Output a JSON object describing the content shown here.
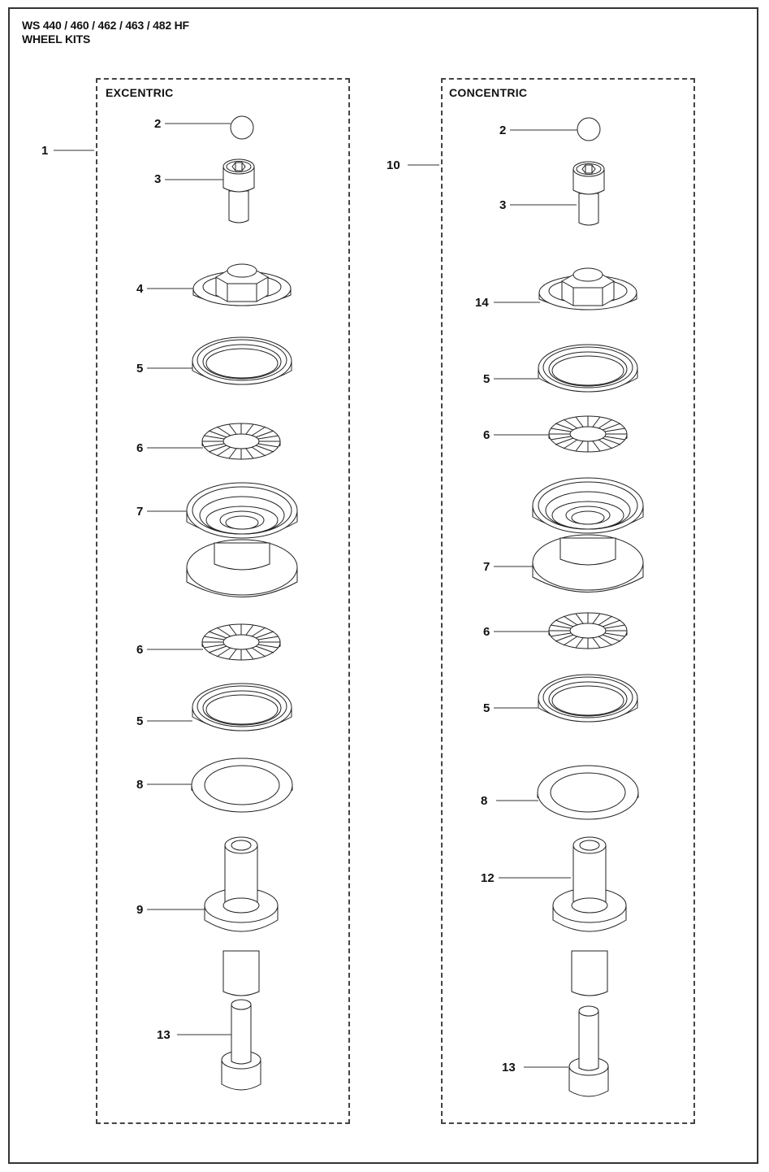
{
  "header": {
    "title_line1": "WS 440 / 460 / 462 / 463 / 482 HF",
    "title_line2": "WHEEL KITS"
  },
  "kits": [
    {
      "id": "excentric",
      "label": "EXCENTRIC",
      "kit_callout": "1",
      "parts": [
        {
          "callout": "2",
          "name": "ball"
        },
        {
          "callout": "3",
          "name": "socket-head-screw"
        },
        {
          "callout": "4",
          "name": "hex-flange-nut"
        },
        {
          "callout": "5",
          "name": "bearing-seal"
        },
        {
          "callout": "6",
          "name": "serrated-lock-washer"
        },
        {
          "callout": "7",
          "name": "wheel"
        },
        {
          "callout": "6",
          "name": "serrated-lock-washer"
        },
        {
          "callout": "5",
          "name": "bearing-seal"
        },
        {
          "callout": "8",
          "name": "flat-washer"
        },
        {
          "callout": "9",
          "name": "eccentric-axle"
        },
        {
          "callout": "13",
          "name": "pin-screw"
        }
      ]
    },
    {
      "id": "concentric",
      "label": "CONCENTRIC",
      "kit_callout": "10",
      "parts": [
        {
          "callout": "2",
          "name": "ball"
        },
        {
          "callout": "3",
          "name": "socket-head-screw"
        },
        {
          "callout": "14",
          "name": "hex-flange-nut"
        },
        {
          "callout": "5",
          "name": "bearing-seal"
        },
        {
          "callout": "6",
          "name": "serrated-lock-washer"
        },
        {
          "callout": "7",
          "name": "wheel"
        },
        {
          "callout": "6",
          "name": "serrated-lock-washer"
        },
        {
          "callout": "5",
          "name": "bearing-seal"
        },
        {
          "callout": "8",
          "name": "flat-washer"
        },
        {
          "callout": "12",
          "name": "concentric-axle"
        },
        {
          "callout": "13",
          "name": "pin-screw"
        }
      ]
    }
  ]
}
